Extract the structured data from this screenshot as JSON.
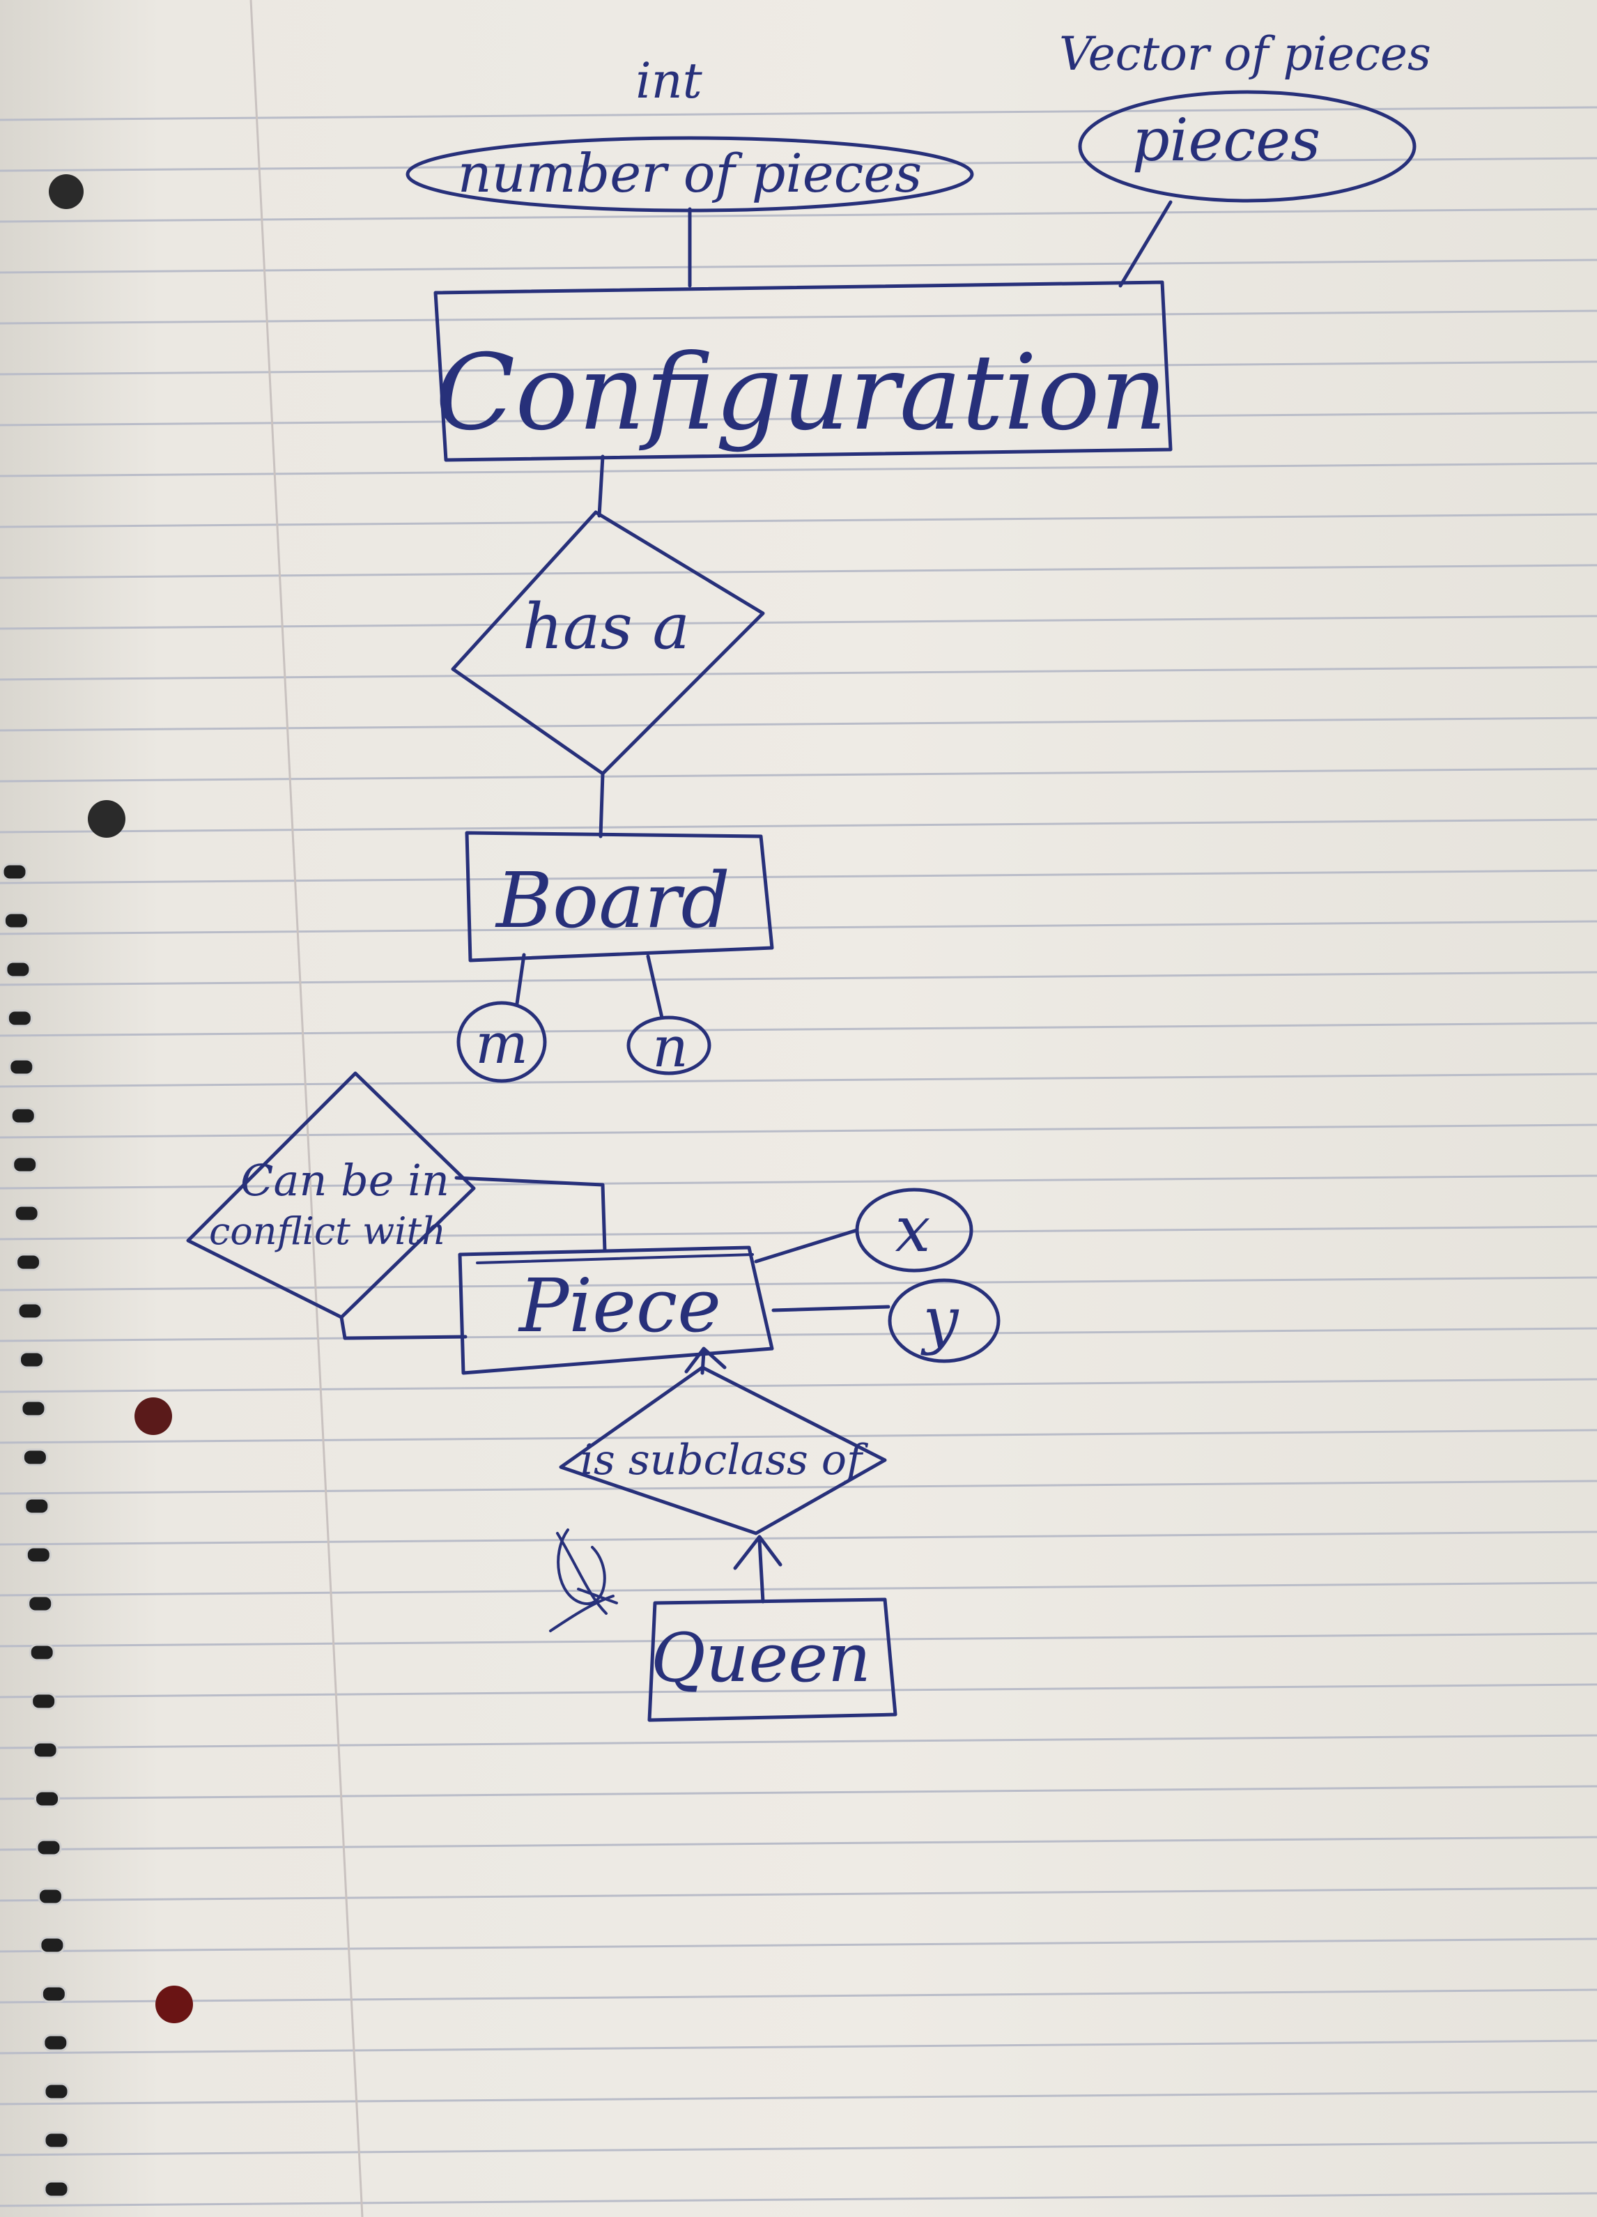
{
  "diagram": {
    "entities": {
      "configuration": "Configuration",
      "board": "Board",
      "piece": "Piece",
      "queen": "Queen"
    },
    "attributes": {
      "number_of_pieces": "number of pieces",
      "pieces": "pieces",
      "m": "m",
      "n": "n",
      "x": "x",
      "y": "y"
    },
    "types": {
      "int": "int",
      "vector_of_pieces": "Vector of pieces"
    },
    "relationships": {
      "has_a": "has a",
      "can_be_in_conflict_with_line1": "Can be in",
      "can_be_in_conflict_with_line2": "conflict with",
      "is_subclass_of": "is subclass of"
    }
  },
  "colors": {
    "ink": "#27307a",
    "paper": "#eeebe5",
    "rule_line": "#b9bcc8",
    "margin_line": "#c9c2c0"
  }
}
